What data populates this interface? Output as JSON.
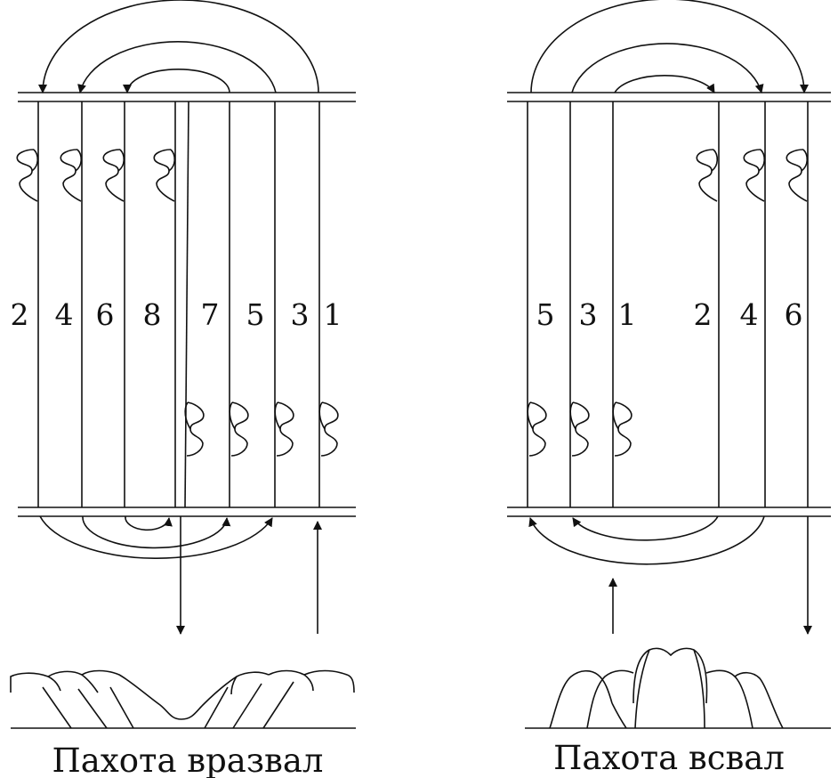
{
  "left": {
    "caption": "Пахота вразвал",
    "strip_labels": [
      "2",
      "4",
      "6",
      "8",
      "7",
      "5",
      "3",
      "1"
    ]
  },
  "right": {
    "caption": "Пахота всвал",
    "strip_labels": [
      "5",
      "3",
      "1",
      "2",
      "4",
      "6"
    ]
  },
  "colors": {
    "ink": "#111111",
    "background": "#ffffff"
  }
}
